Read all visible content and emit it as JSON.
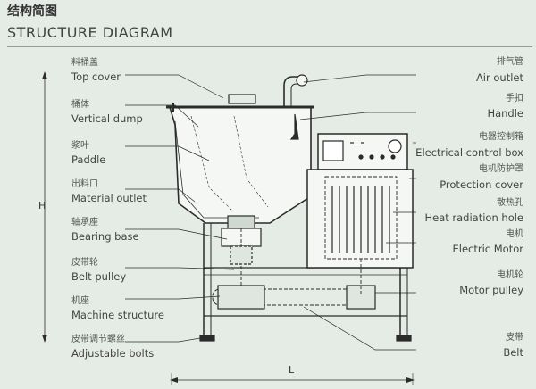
{
  "header": {
    "title_zh": "结构简图",
    "title_en": "STRUCTURE DIAGRAM"
  },
  "dimensions": {
    "height_label": "H",
    "length_label": "L"
  },
  "labels_left": [
    {
      "zh": "料桶盖",
      "en": "Top cover"
    },
    {
      "zh": "桶体",
      "en": "Vertical dump"
    },
    {
      "zh": "浆叶",
      "en": "Paddle"
    },
    {
      "zh": "出料口",
      "en": "Material outlet"
    },
    {
      "zh": "轴承座",
      "en": "Bearing base"
    },
    {
      "zh": "皮带轮",
      "en": "Belt pulley"
    },
    {
      "zh": "机座",
      "en": "Machine structure"
    },
    {
      "zh": "皮带调节螺丝",
      "en": "Adjustable bolts"
    }
  ],
  "labels_right": [
    {
      "zh": "排气管",
      "en": "Air outlet"
    },
    {
      "zh": "手扣",
      "en": "Handle"
    },
    {
      "zh": "电器控制箱",
      "en": "Electrical control box"
    },
    {
      "zh": "电机防护罩",
      "en": "Protection cover"
    },
    {
      "zh": "散热孔",
      "en": "Heat radiation hole"
    },
    {
      "zh": "电机",
      "en": "Electric Motor"
    },
    {
      "zh": "电机轮",
      "en": "Motor pulley"
    },
    {
      "zh": "皮带",
      "en": "Belt"
    }
  ]
}
